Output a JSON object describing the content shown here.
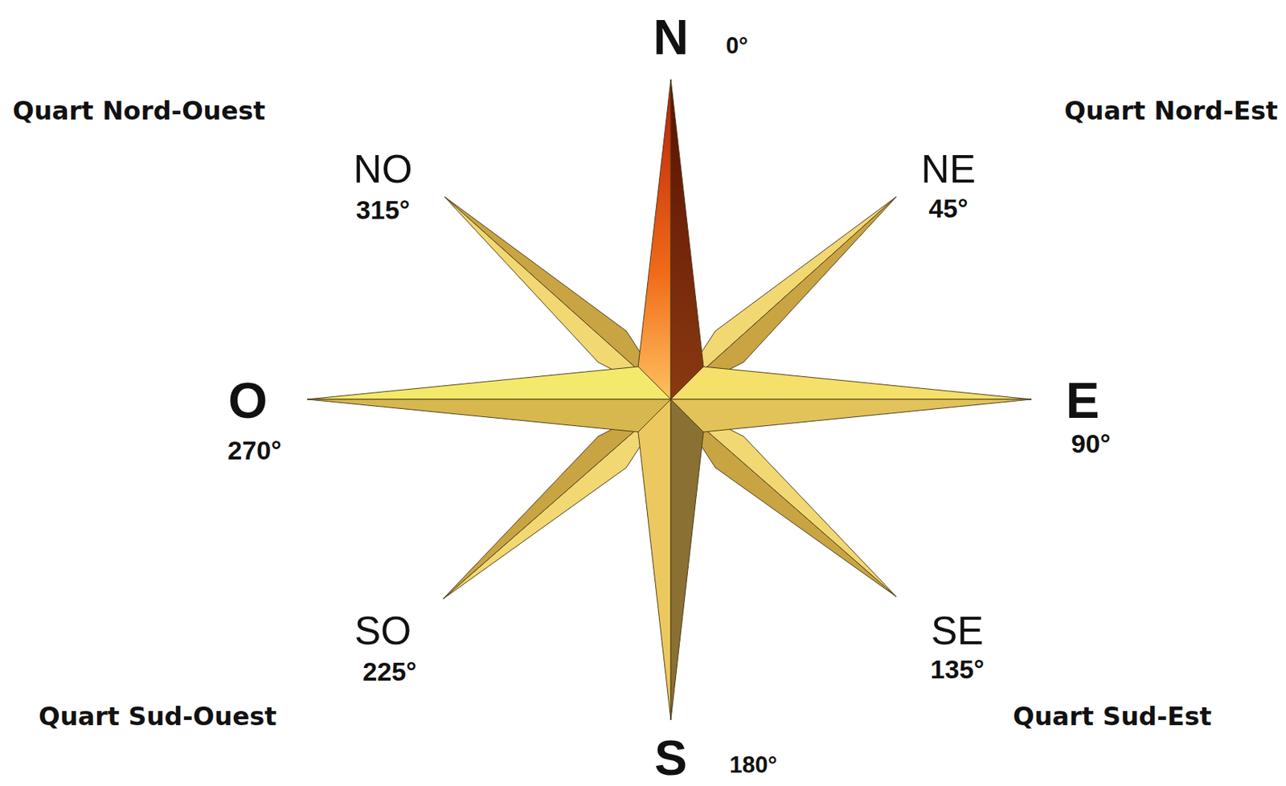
{
  "diagram": {
    "labels": [
      "N",
      "0°",
      "Quart Nord-Ouest",
      "Quart Nord-Est",
      "NO",
      "315°",
      "NE",
      "45°",
      "O",
      "270°",
      "E",
      "90°",
      "SO",
      "225°",
      "SE",
      "135°",
      "Quart Sud-Ouest",
      "Quart Sud-Est",
      "S",
      "180°"
    ]
  }
}
